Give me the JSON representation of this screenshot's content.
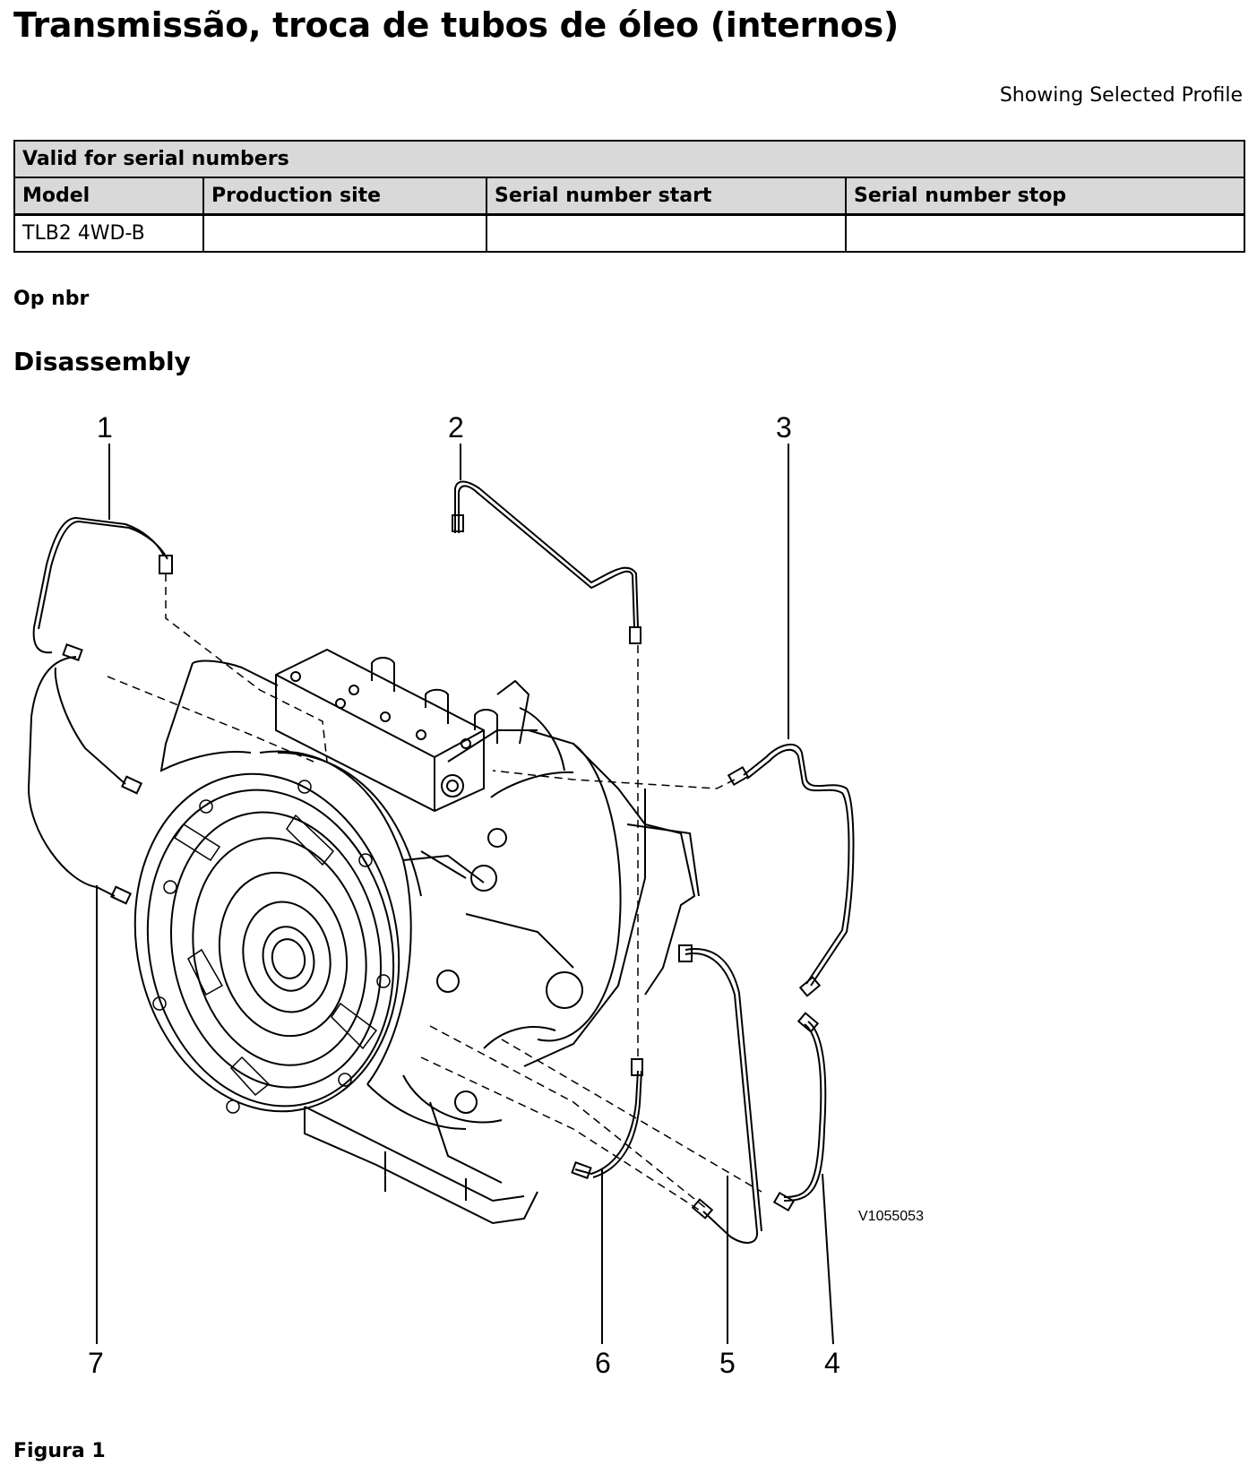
{
  "page": {
    "title": "Transmissão, troca de tubos de óleo (internos)",
    "profile_note": "Showing Selected Profile"
  },
  "serial_table": {
    "caption": "Valid for serial numbers",
    "headers": [
      "Model",
      "Production site",
      "Serial number start",
      "Serial number stop"
    ],
    "rows": [
      [
        "TLB2 4WD-B",
        "",
        "",
        ""
      ]
    ]
  },
  "op_nbr": {
    "label": "Op nbr"
  },
  "section": {
    "heading": "Disassembly"
  },
  "figure": {
    "callouts": [
      "1",
      "2",
      "3",
      "4",
      "5",
      "6",
      "7"
    ],
    "reference": "V1055053",
    "caption": "Figura 1"
  }
}
